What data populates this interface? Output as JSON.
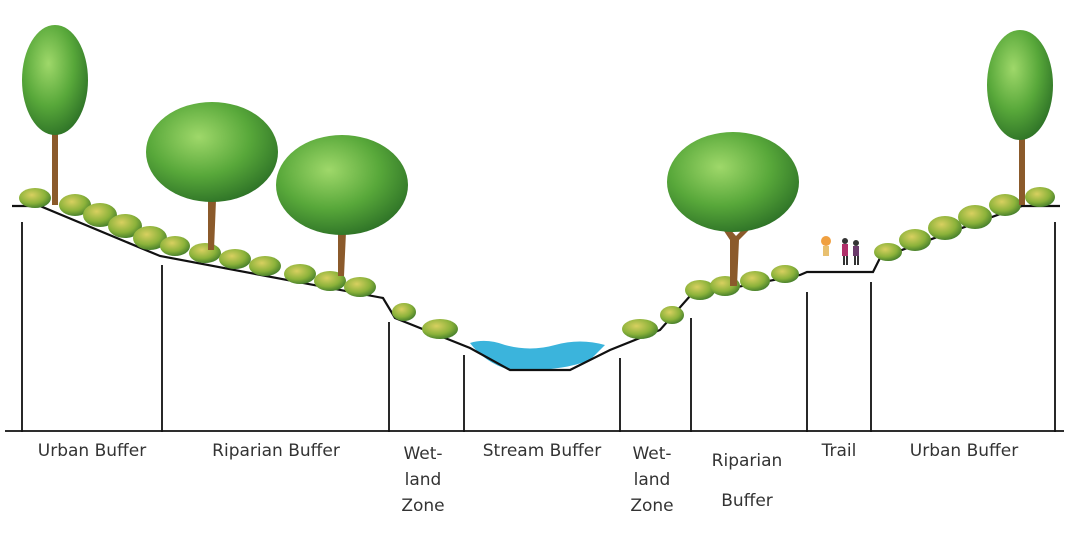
{
  "diagram": {
    "zones": [
      {
        "id": "urban-buffer-left",
        "lines": [
          "Urban Buffer"
        ]
      },
      {
        "id": "riparian-buffer-left",
        "lines": [
          "Riparian Buffer"
        ]
      },
      {
        "id": "wetland-zone-left",
        "lines": [
          "Wet-",
          "land",
          "Zone"
        ]
      },
      {
        "id": "stream-buffer",
        "lines": [
          "Stream Buffer"
        ]
      },
      {
        "id": "wetland-zone-right",
        "lines": [
          "Wet-",
          "land",
          "Zone"
        ]
      },
      {
        "id": "riparian-buffer-right",
        "lines": [
          "Riparian",
          "Buffer"
        ]
      },
      {
        "id": "trail",
        "lines": [
          "Trail"
        ]
      },
      {
        "id": "urban-buffer-right",
        "lines": [
          "Urban Buffer"
        ]
      }
    ],
    "colors": {
      "water": "#3bb4dc",
      "foliage_dark": "#2f7d2a",
      "foliage_light": "#7cc450",
      "trunk": "#8b5a2b",
      "shrub_yellow": "#c9c13a",
      "ground_line": "#111111"
    }
  }
}
